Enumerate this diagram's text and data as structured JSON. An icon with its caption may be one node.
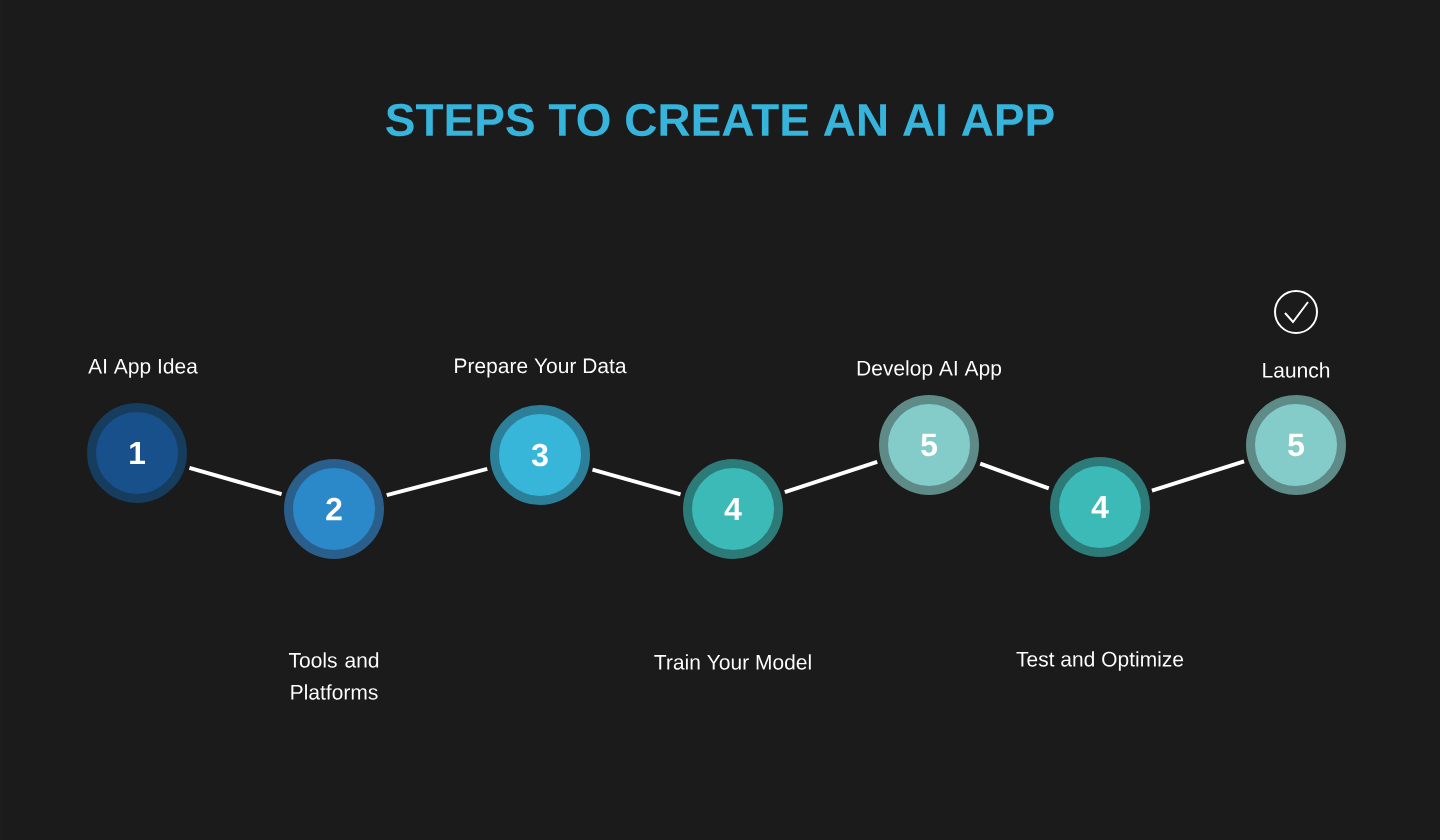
{
  "diagram": {
    "title": "STEPS TO CREATE AN AI APP",
    "nodes": [
      {
        "text": [
          "1"
        ],
        "beside": [
          "AI App Idea"
        ]
      },
      {
        "text": [
          "2"
        ]
      },
      {
        "text": [
          "3"
        ],
        "beside": [
          "Prepare Your Data"
        ]
      },
      {
        "text": [
          "4"
        ]
      },
      {
        "text": [
          "5"
        ],
        "beside": [
          "Develop AI App"
        ]
      },
      {
        "text": [
          "4"
        ]
      },
      {
        "text": [
          "5"
        ],
        "beside": [
          "Launch"
        ]
      }
    ],
    "edges": [
      {
        "from": 0,
        "to": 1,
        "arrow": "none"
      },
      {
        "from": 1,
        "to": 2,
        "arrow": "none"
      },
      {
        "from": 2,
        "to": 3,
        "arrow": "none"
      },
      {
        "from": 3,
        "to": 4,
        "arrow": "none"
      },
      {
        "from": 4,
        "to": 5,
        "arrow": "none"
      },
      {
        "from": 5,
        "to": 6,
        "arrow": "none"
      }
    ],
    "labels": [
      "Tools and Platforms",
      "Train Your Model",
      "Test and Optimize"
    ]
  }
}
